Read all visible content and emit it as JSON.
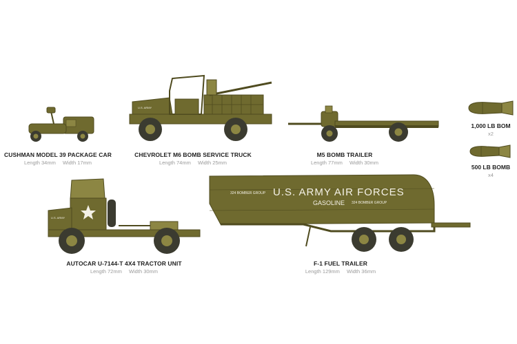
{
  "colors": {
    "olive": "#6f6a2f",
    "olive_dark": "#4f4b1f",
    "olive_light": "#8c8643",
    "tire": "#3b3b30",
    "stencil": "#f4f1e6"
  },
  "vehicles": [
    {
      "id": "cushman",
      "title": "CUSHMAN MODEL 39 PACKAGE CAR",
      "length_label": "Length 34mm",
      "width_label": "Width 17mm"
    },
    {
      "id": "chevrolet",
      "title": "CHEVROLET M6 BOMB SERVICE TRUCK",
      "length_label": "Length 74mm",
      "width_label": "Width 25mm"
    },
    {
      "id": "m5",
      "title": "M5 BOMB TRAILER",
      "length_label": "Length 77mm",
      "width_label": "Width 30mm"
    },
    {
      "id": "autocar",
      "title": "AUTOCAR U-7144-T 4X4 TRACTOR UNIT",
      "length_label": "Length 72mm",
      "width_label": "Width 30mm"
    },
    {
      "id": "fueltrailer",
      "title": "F-1 FUEL TRAILER",
      "length_label": "Length 129mm",
      "width_label": "Width 36mm"
    }
  ],
  "bombs": [
    {
      "title": "1,000 LB BOM",
      "count": "x2"
    },
    {
      "title": "500 LB BOMB",
      "count": "x4"
    }
  ],
  "markings": {
    "tanker_main": "U.S. ARMY AIR FORCES",
    "tanker_sub": "GASOLINE",
    "tanker_left_small": "324 BOMBER GROUP",
    "tanker_right_small": "324 BOMBER GROUP",
    "truck_hood": "U.S. ARMY",
    "tractor_hood": "U.S. ARMY"
  }
}
